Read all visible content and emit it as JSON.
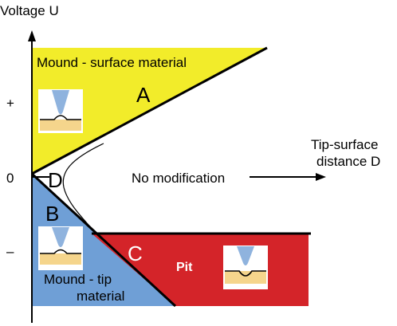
{
  "axes": {
    "y_label": "Voltage U",
    "x_label_line1": "Tip-surface",
    "x_label_line2": "distance D",
    "tick_plus": "+",
    "tick_zero": "0",
    "tick_minus": "–"
  },
  "regions": {
    "a": {
      "letter": "A",
      "caption": "Mound - surface material",
      "color": "#f2ec2a"
    },
    "b": {
      "letter": "B",
      "caption_line1": "Mound - tip",
      "caption_line2": "material",
      "color": "#6f9fd6"
    },
    "c": {
      "letter": "C",
      "caption": "Pit",
      "color": "#d42429"
    },
    "d": {
      "letter": "D",
      "caption": "No modification"
    }
  },
  "colors": {
    "tip": "#8fb3de",
    "surface": "#f5d58c",
    "axis": "#000000"
  }
}
